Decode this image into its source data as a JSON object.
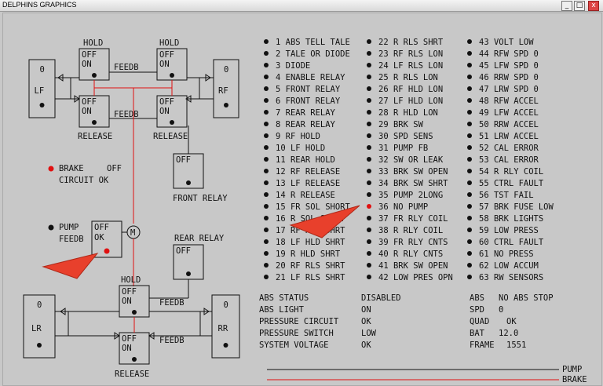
{
  "window": {
    "title": "DELPHINS GRAPHICS",
    "minimize": "_",
    "maximize": "□",
    "close": "x"
  },
  "diagram": {
    "lf": {
      "label": "LF",
      "value": "0"
    },
    "rf": {
      "label": "RF",
      "value": "0"
    },
    "lr": {
      "label": "LR",
      "value": "0"
    },
    "rr": {
      "label": "RR",
      "value": "0"
    },
    "hold": "HOLD",
    "release": "RELEASE",
    "feedb": "FEEDB",
    "off": "OFF",
    "on": "ON",
    "ok": "OK",
    "front_relay": "FRONT RELAY",
    "rear_relay": "REAR RELAY",
    "brake_circuit": {
      "label": "BRAKE",
      "state": "OFF",
      "sub": "CIRCUIT OK"
    },
    "pump_feedb": {
      "line1": "PUMP",
      "line2": "FEEDB"
    },
    "motor": "M"
  },
  "faults": [
    [
      "1 ABS TELL TALE",
      "22 R RLS SHRT",
      "43 VOLT LOW"
    ],
    [
      "2 TALE OR DIODE",
      "23 RF RLS LON",
      "44 RFW SPD 0"
    ],
    [
      "3 DIODE",
      "24 LF RLS LON",
      "45 LFW SPD 0"
    ],
    [
      "4 ENABLE RELAY",
      "25 R RLS LON",
      "46 RRW SPD 0"
    ],
    [
      "5 FRONT RELAY",
      "26 RF HLD LON",
      "47 LRW SPD 0"
    ],
    [
      "6 FRONT RELAY",
      "27 LF HLD LON",
      "48 RFW ACCEL"
    ],
    [
      "7 REAR RELAY",
      "28 R HLD LON",
      "49 LFW ACCEL"
    ],
    [
      "8 REAR RELAY",
      "29 BRK SW",
      "50 RRW ACCEL"
    ],
    [
      "9 RF HOLD",
      "30 SPD SENS",
      "51 LRW ACCEL"
    ],
    [
      "10 LF HOLD",
      "31 PUMP FB",
      "52 CAL ERROR"
    ],
    [
      "11 REAR HOLD",
      "32 SW OR LEAK",
      "53 CAL ERROR"
    ],
    [
      "12 RF RELEASE",
      "33 BRK SW OPEN",
      "54 R RLY COIL"
    ],
    [
      "13 LF RELEASE",
      "34 BRK SW SHRT",
      "55 CTRL FAULT"
    ],
    [
      "14 R RELEASE",
      "35 PUMP 2LONG",
      "56 TST FAIL"
    ],
    [
      "15 FR SOL SHORT",
      "36 NO PUMP",
      "57 BRK FUSE LOW"
    ],
    [
      "16 R SOL SHORT",
      "37 FR RLY COIL",
      "58 BRK LIGHTS"
    ],
    [
      "17 RF HLD SHRT",
      "38 R RLY COIL",
      "59 LOW PRESS"
    ],
    [
      "18 LF HLD SHRT",
      "39 FR RLY CNTS",
      "60 CTRL FAULT"
    ],
    [
      "19 R HLD SHRT",
      "40 R RLY CNTS",
      "61 NO PRESS"
    ],
    [
      "20 RF RLS SHRT",
      "41 BRK SW OPEN",
      "62 LOW ACCUM"
    ],
    [
      "21 LF RLS SHRT",
      "42 LOW PRES OPN",
      "63 RW SENSORS"
    ]
  ],
  "active_fault": "36 NO PUMP",
  "status": {
    "left": [
      [
        "ABS STATUS",
        "DISABLED"
      ],
      [
        "ABS LIGHT",
        "ON"
      ],
      [
        "PRESSURE CIRCUIT",
        "OK"
      ],
      [
        "PRESSURE SWITCH",
        "LOW"
      ],
      [
        "SYSTEM VOLTAGE",
        "OK"
      ]
    ],
    "right": [
      [
        "ABS",
        "NO ABS STOP"
      ],
      [
        "SPD",
        "0"
      ],
      [
        "QUAD",
        "OK"
      ],
      [
        "BAT",
        "12.0"
      ],
      [
        "FRAME",
        "1551"
      ]
    ]
  },
  "legend": {
    "pump": "PUMP",
    "brake": "BRAKE"
  },
  "colors": {
    "bg": "#c8c8c8",
    "line": "#111111",
    "red": "#e01010",
    "arrow": "#e8402c"
  }
}
